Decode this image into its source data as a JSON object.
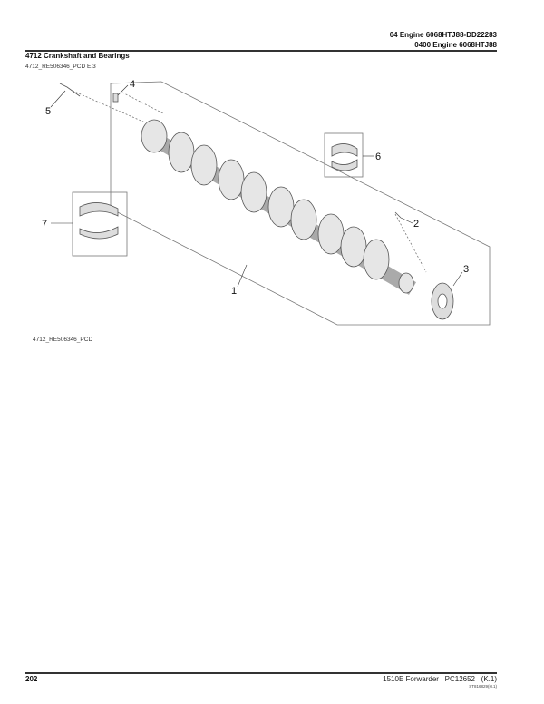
{
  "header": {
    "line1": "04 Engine 6068HTJ88-DD22283",
    "line2": "0400 Engine 6068HTJ88"
  },
  "section": {
    "title": "4712 Crankshaft and Bearings",
    "reference": "4712_RE506346_PCD E.3"
  },
  "illustration": {
    "callouts": [
      "1",
      "2",
      "3",
      "4",
      "5",
      "6",
      "7"
    ],
    "caption": "4712_RE506346_PCD"
  },
  "footer": {
    "page_number": "202",
    "document": "1510E Forwarder   PC12652   (K.1)",
    "code": "ST816829(H.1)"
  }
}
